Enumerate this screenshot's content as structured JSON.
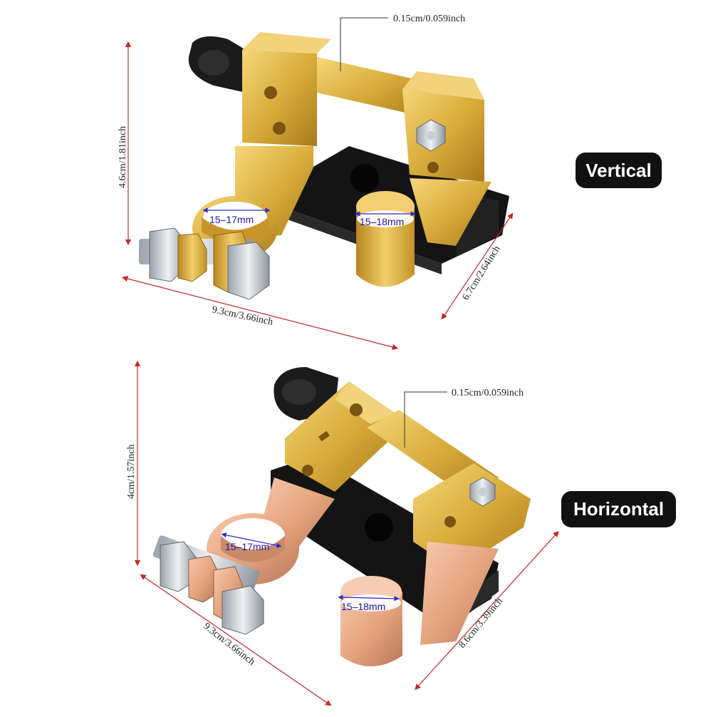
{
  "badges": {
    "top": "Vertical",
    "bottom": "Horizontal"
  },
  "top": {
    "thickness": "0.15cm/0.059inch",
    "height": "4.6cm/1.81inch",
    "length": "9.3cm/3.66inch",
    "width": "6.7cm/2.64inch",
    "clamp_small": "15–17mm",
    "clamp_large": "15–18mm"
  },
  "bottom": {
    "thickness": "0.15cm/0.059inch",
    "height": "4cm/1.57inch",
    "length": "9.3cm/3.66inch",
    "width": "8.6cm/3.39inch",
    "clamp_small": "15–17mm",
    "clamp_large": "15–18mm"
  },
  "colors": {
    "gold": "#d9ad3c",
    "copper": "#e6a57f",
    "base": "#141414",
    "arrow": "#c62828"
  }
}
